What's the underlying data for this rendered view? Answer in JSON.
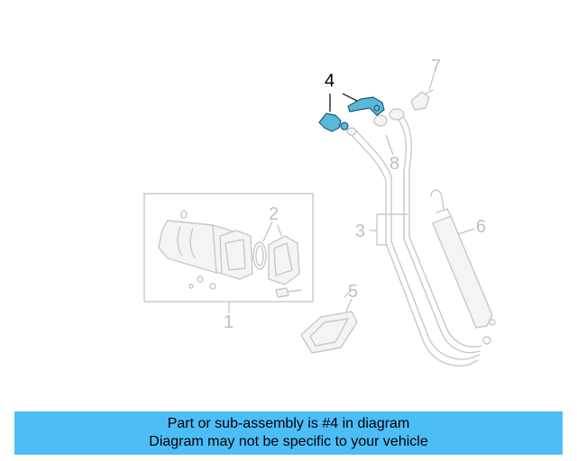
{
  "diagram": {
    "callouts": [
      {
        "label": "4",
        "active": true
      },
      {
        "label": "7",
        "active": false
      },
      {
        "label": "8",
        "active": false
      },
      {
        "label": "2",
        "active": false
      },
      {
        "label": "0",
        "active": false
      },
      {
        "label": "3",
        "active": false
      },
      {
        "label": "6",
        "active": false
      },
      {
        "label": "5",
        "active": false
      },
      {
        "label": "1",
        "active": false
      }
    ],
    "highlight_color": "#5bb8d9"
  },
  "banner": {
    "line1": "Part or sub-assembly is #4 in diagram",
    "line2": "Diagram may not be specific to your vehicle",
    "background": "#4dbdf8"
  }
}
